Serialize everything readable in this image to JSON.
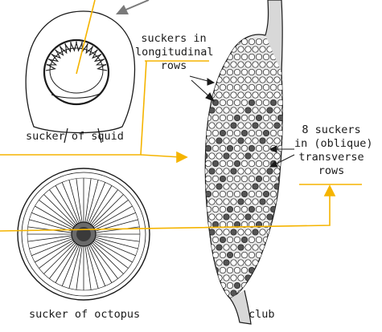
{
  "labels": {
    "suckers_line1": "suckers in",
    "suckers_line2": "longitudinal",
    "suckers_line3": "rows",
    "eight_line1": "8 suckers",
    "eight_line2": "in (oblique)",
    "eight_line3": "transverse",
    "eight_line4": "rows",
    "squid_caption": "sucker of squid",
    "octopus_caption": "sucker of octopus",
    "club_caption": "club"
  },
  "colors": {
    "accent": "#f5b400",
    "pointer": "#7a7a7a",
    "ink": "#1a1a1a"
  }
}
